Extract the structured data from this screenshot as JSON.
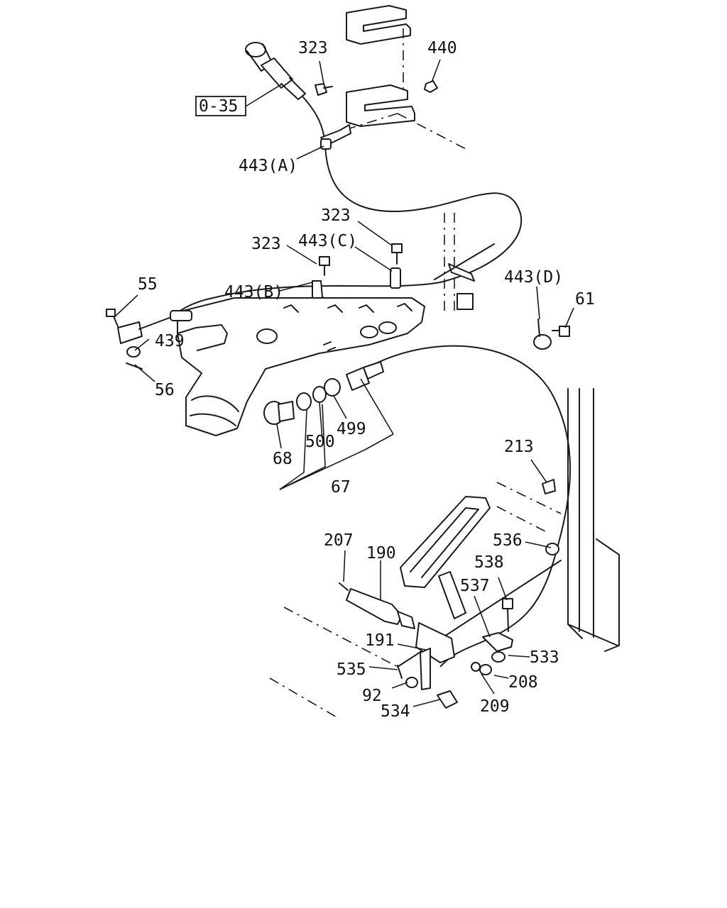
{
  "labels": {
    "ref_box": "0-35",
    "p323_top": "323",
    "p440": "440",
    "p443a": "443(A)",
    "p323_mid": "323",
    "p323_left": "323",
    "p443c": "443(C)",
    "p443b": "443(B)",
    "p443d": "443(D)",
    "p55": "55",
    "p61": "61",
    "p439": "439",
    "p56": "56",
    "p499": "499",
    "p500": "500",
    "p68": "68",
    "p67": "67",
    "p213": "213",
    "p207": "207",
    "p190": "190",
    "p536": "536",
    "p538": "538",
    "p537": "537",
    "p191": "191",
    "p533": "533",
    "p535": "535",
    "p208": "208",
    "p92": "92",
    "p209": "209",
    "p534": "534"
  }
}
